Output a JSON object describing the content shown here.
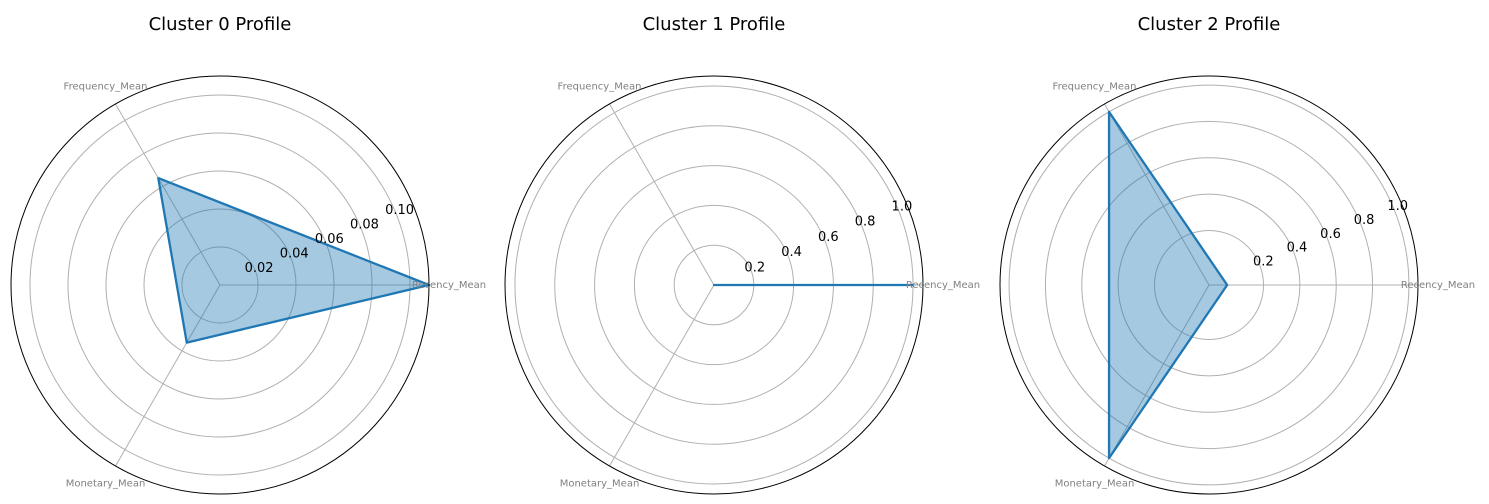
{
  "chart_data": [
    {
      "type": "radar",
      "title": "Cluster 0 Profile",
      "axes": [
        "Recency_Mean",
        "Frequency_Mean",
        "Monetary_Mean"
      ],
      "values": [
        0.11,
        0.065,
        0.035
      ],
      "rlim": [
        0,
        0.11
      ],
      "rticks": [
        0.02,
        0.04,
        0.06,
        0.08,
        0.1
      ],
      "rtick_labels": [
        "0.02",
        "0.04",
        "0.06",
        "0.08",
        "0.10"
      ],
      "grid": true,
      "line_color": "#1f77b4",
      "fill_color": "#1f77b4",
      "grid_color": "#b0b0b0"
    },
    {
      "type": "radar",
      "title": "Cluster 1 Profile",
      "axes": [
        "Recency_Mean",
        "Frequency_Mean",
        "Monetary_Mean"
      ],
      "values": [
        1.0,
        0.0,
        0.0
      ],
      "rlim": [
        0,
        1.05
      ],
      "rticks": [
        0.2,
        0.4,
        0.6,
        0.8,
        1.0
      ],
      "rtick_labels": [
        "0.2",
        "0.4",
        "0.6",
        "0.8",
        "1.0"
      ],
      "grid": true,
      "line_color": "#1f77b4",
      "fill_color": "#1f77b4",
      "grid_color": "#b0b0b0"
    },
    {
      "type": "radar",
      "title": "Cluster 2 Profile",
      "axes": [
        "Recency_Mean",
        "Frequency_Mean",
        "Monetary_Mean"
      ],
      "values": [
        0.0,
        1.0,
        1.0
      ],
      "rlim": [
        -0.1,
        1.05
      ],
      "rticks": [
        0.2,
        0.4,
        0.6,
        0.8,
        1.0
      ],
      "rtick_labels": [
        "0.2",
        "0.4",
        "0.6",
        "0.8",
        "1.0"
      ],
      "grid": true,
      "line_color": "#1f77b4",
      "fill_color": "#1f77b4",
      "grid_color": "#b0b0b0"
    }
  ]
}
